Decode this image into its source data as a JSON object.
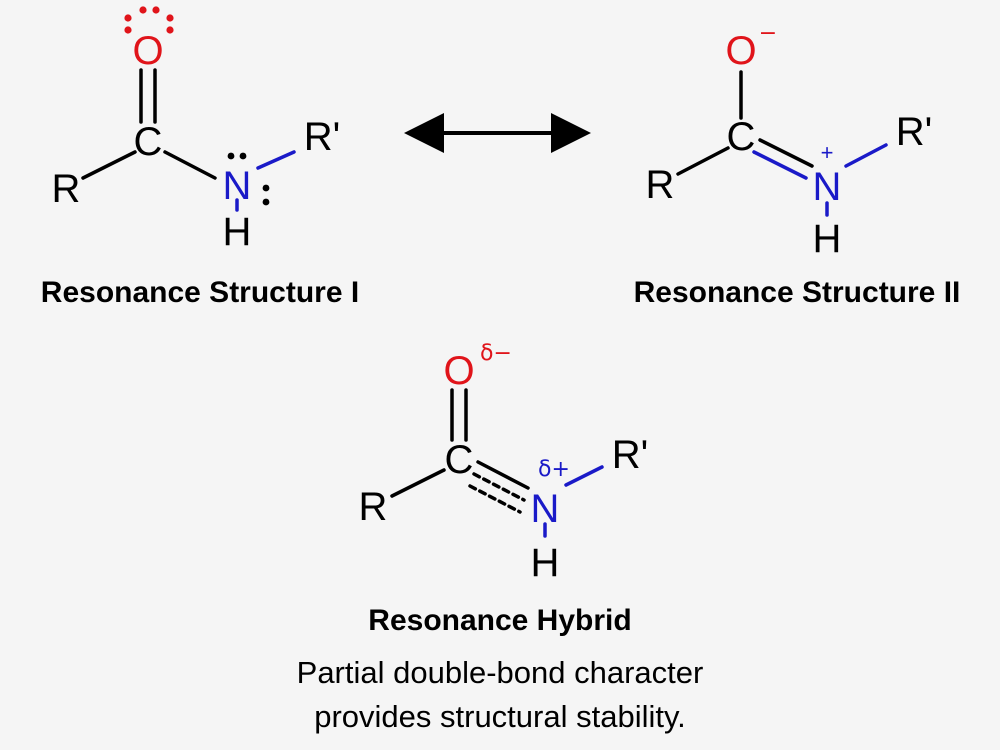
{
  "colors": {
    "carbon": "#000000",
    "oxygen": "#e0141a",
    "nitrogen": "#1a1ac8",
    "background": "#f5f5f5"
  },
  "structure_1": {
    "oxygen": "O",
    "carbon": "C",
    "nitrogen": "N",
    "hydrogen": "H",
    "r_group": "R",
    "r_prime": "R'",
    "caption": "Resonance Structure I"
  },
  "structure_2": {
    "oxygen": "O",
    "oxygen_charge": "−",
    "carbon": "C",
    "nitrogen": "N",
    "nitrogen_charge": "+",
    "hydrogen": "H",
    "r_group": "R",
    "r_prime": "R'",
    "caption": "Resonance Structure II"
  },
  "hybrid": {
    "oxygen": "O",
    "oxygen_charge": "δ−",
    "carbon": "C",
    "nitrogen": "N",
    "nitrogen_charge": "δ+",
    "hydrogen": "H",
    "r_group": "R",
    "r_prime": "R'",
    "caption": "Resonance Hybrid",
    "note_line_1": "Partial double-bond character",
    "note_line_2": "provides structural stability."
  }
}
